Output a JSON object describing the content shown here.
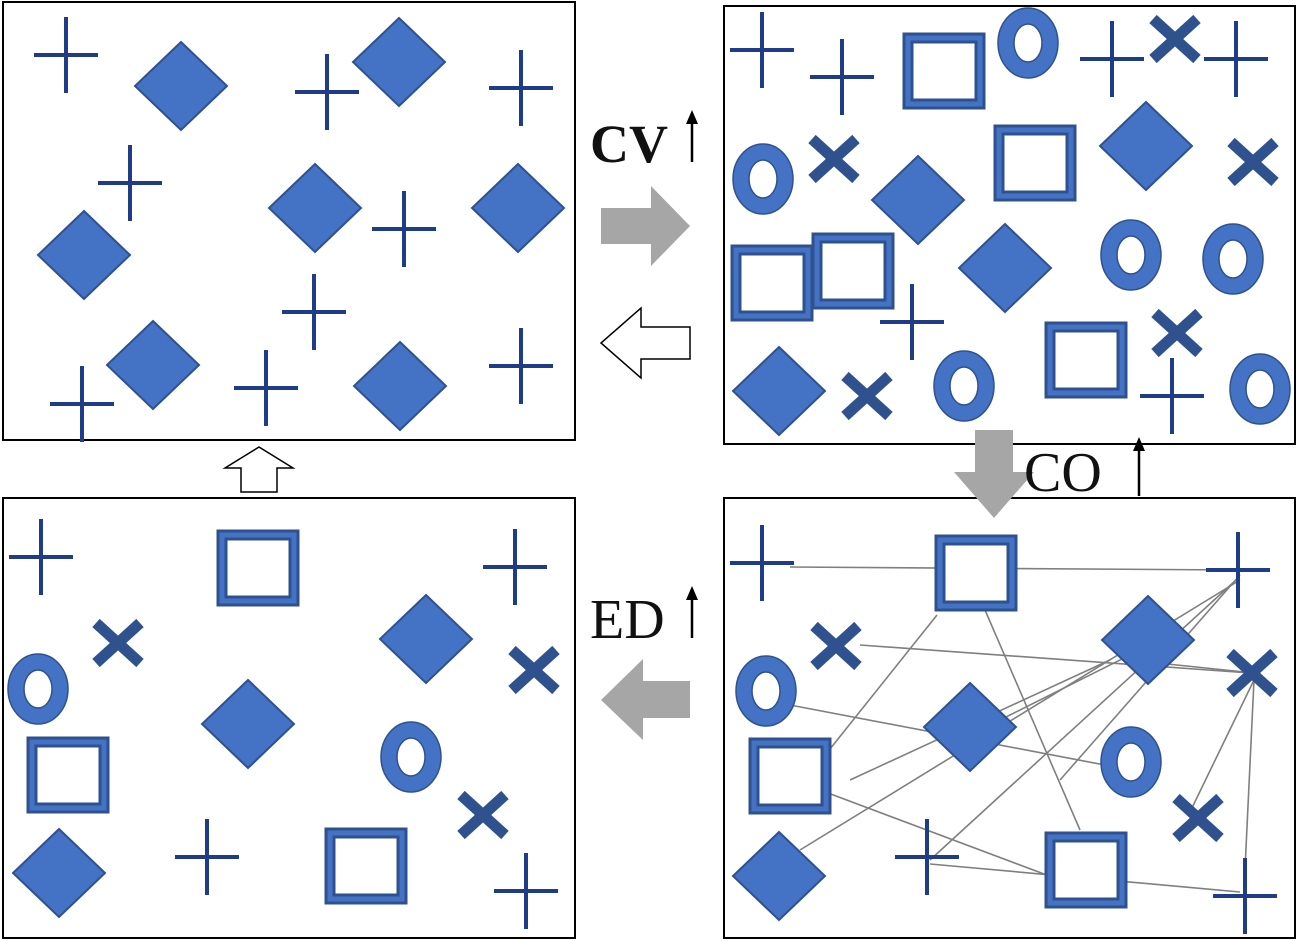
{
  "labels": {
    "cv": "CV",
    "co": "CO",
    "ed": "ED"
  },
  "colors": {
    "shape_fill": "#4472c4",
    "shape_dark": "#2f528f",
    "line_dark": "#1f3c88",
    "arrow_gray": "#a6a6a6",
    "connector": "#7f7f7f",
    "frame": "#000000"
  },
  "panels": [
    {
      "name": "top-left",
      "state": "initial"
    },
    {
      "name": "top-right",
      "state": "cv-increase"
    },
    {
      "name": "bottom-right",
      "state": "co-increase"
    },
    {
      "name": "bottom-left",
      "state": "ed-increase"
    }
  ],
  "icons": [
    "plus-icon",
    "diamond-icon",
    "square-ring-icon",
    "ring-icon",
    "cross-icon"
  ]
}
